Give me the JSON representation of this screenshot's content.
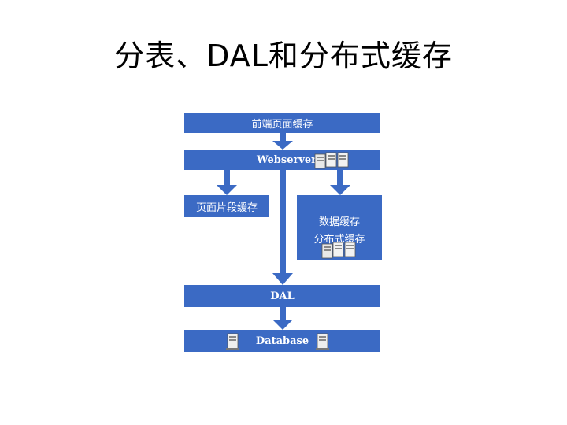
{
  "title": "分表、DAL和分布式缓存",
  "diagram": {
    "front_cache": "前端页面缓存",
    "webserver": "Webserver",
    "fragment_cache": "页面片段缓存",
    "data_cache_line1": "数据缓存",
    "data_cache_line2": "分布式缓存",
    "dal": "DAL",
    "database": "Database"
  },
  "colors": {
    "box_fill": "#3b6ac4",
    "arrow": "#3b6ac4",
    "text": "#ffffff"
  },
  "icons": [
    "server-icon"
  ]
}
